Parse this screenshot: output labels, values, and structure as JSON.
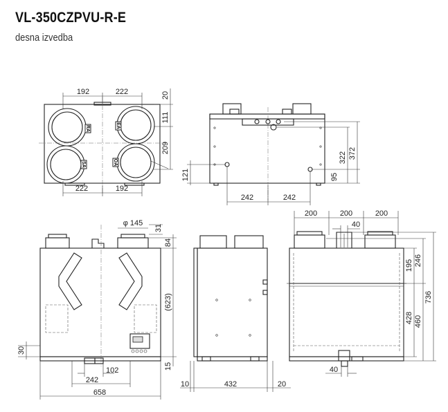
{
  "header": {
    "title": "VL-350CZPVU-R-E",
    "subtitle": "desna izvedba"
  },
  "top_view": {
    "dims": {
      "top_left": "192",
      "top_right": "222",
      "right_top": "20",
      "right_mid1": "111",
      "right_mid2": "209",
      "left_bottom": "121",
      "bottom_left": "222",
      "bottom_right": "192"
    },
    "ports": [
      "RA",
      "EA",
      "SA",
      "OA"
    ]
  },
  "side_top_view": {
    "dims": {
      "bottom_left": "242",
      "bottom_right": "242",
      "right_inner": "322",
      "right_outer": "372",
      "right_low": "95"
    }
  },
  "front_view": {
    "dims": {
      "phi": "φ 145",
      "top_small": "31",
      "right_top": "84",
      "right_height": "(623)",
      "left_bottom": "30",
      "bottom_102": "102",
      "bottom_242": "242",
      "bottom_658": "658",
      "right_bottom": "15"
    }
  },
  "side_view": {
    "dims": {
      "left": "10",
      "width": "432",
      "right": "20"
    }
  },
  "rear_view": {
    "dims": {
      "top1": "200",
      "top2": "200",
      "top3": "200",
      "top_small": "40",
      "right_195": "195",
      "right_246": "246",
      "right_428": "428",
      "right_460": "460",
      "right_736": "736",
      "bottom_40": "40"
    }
  }
}
